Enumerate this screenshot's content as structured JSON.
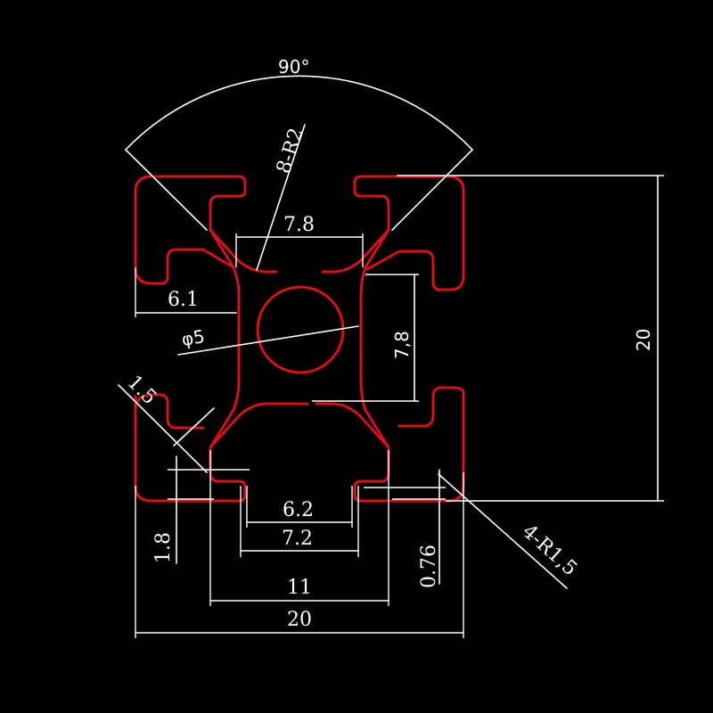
{
  "dimensions": {
    "angle": "90°",
    "corner_radius": "8-R2",
    "inner_width": "7.8",
    "inner_height": "7,8",
    "slot_depth": "6.1",
    "bore_diameter": "φ5",
    "chamfer": "1.5",
    "wall": "1.8",
    "slot_inner": "6.2",
    "slot_outer": "7.2",
    "lip": "0.76",
    "core": "11",
    "width": "20",
    "height": "20",
    "outer_radius": "4-R1,5"
  },
  "colors": {
    "profile": "#d8101c",
    "dimension": "#ffffff",
    "background": "#000000"
  }
}
